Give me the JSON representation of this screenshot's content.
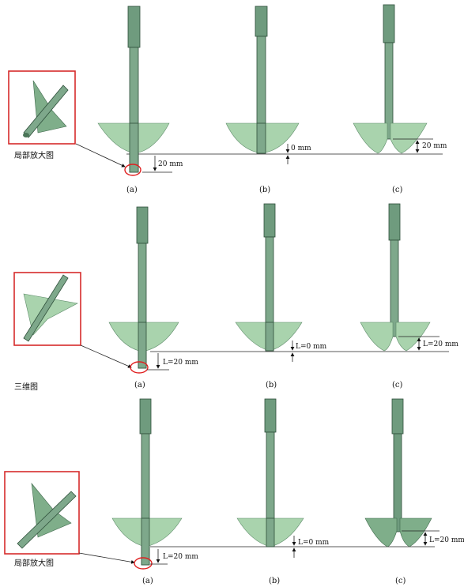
{
  "rows": [
    {
      "inset_label": "局部放大图",
      "columns": [
        {
          "caption": "(a)",
          "dimension": "20 mm"
        },
        {
          "caption": "(b)",
          "dimension": "0 mm"
        },
        {
          "caption": "(c)",
          "dimension": "20 mm"
        }
      ]
    },
    {
      "inset_label": "三维图",
      "columns": [
        {
          "caption": "(a)",
          "dimension": "L=20 mm"
        },
        {
          "caption": "(b)",
          "dimension": "L=0 mm"
        },
        {
          "caption": "(c)",
          "dimension": "L=20 mm"
        }
      ]
    },
    {
      "inset_label": "局部放大图",
      "columns": [
        {
          "caption": "(a)",
          "dimension": "L=20 mm"
        },
        {
          "caption": "(b)",
          "dimension": "L=0 mm"
        },
        {
          "caption": "(c)",
          "dimension": "L=20 mm"
        }
      ]
    }
  ]
}
